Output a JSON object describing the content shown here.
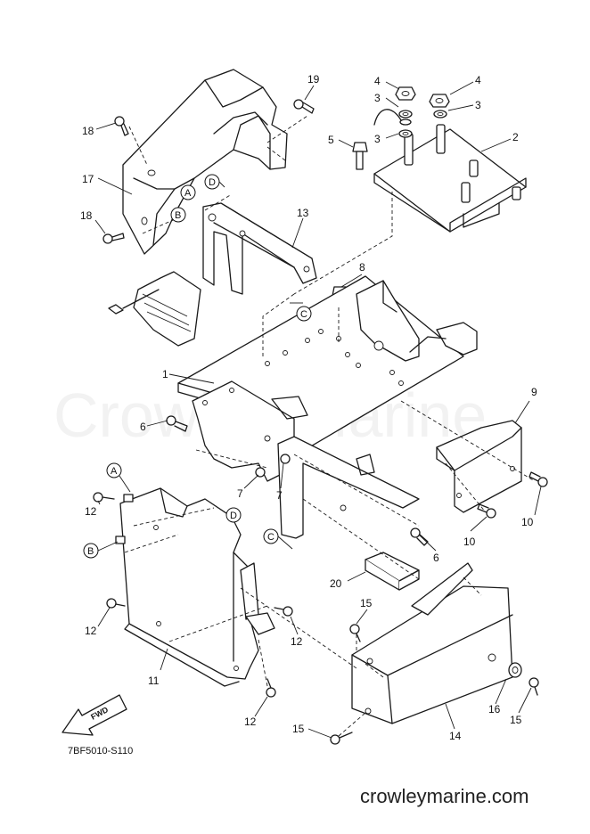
{
  "watermark": "Crowley Marine",
  "diagram_code": "7BF5010-S110",
  "website": "crowleymarine.com",
  "fwd_label": "FWD",
  "callouts": [
    {
      "id": "c1",
      "label": "1"
    },
    {
      "id": "c2",
      "label": "2"
    },
    {
      "id": "c3a",
      "label": "3"
    },
    {
      "id": "c3b",
      "label": "3"
    },
    {
      "id": "c3c",
      "label": "3"
    },
    {
      "id": "c4a",
      "label": "4"
    },
    {
      "id": "c4b",
      "label": "4"
    },
    {
      "id": "c5",
      "label": "5"
    },
    {
      "id": "c6a",
      "label": "6"
    },
    {
      "id": "c6b",
      "label": "6"
    },
    {
      "id": "c7a",
      "label": "7"
    },
    {
      "id": "c7b",
      "label": "7"
    },
    {
      "id": "c8",
      "label": "8"
    },
    {
      "id": "c9",
      "label": "9"
    },
    {
      "id": "c10a",
      "label": "10"
    },
    {
      "id": "c10b",
      "label": "10"
    },
    {
      "id": "c11",
      "label": "11"
    },
    {
      "id": "c12a",
      "label": "12"
    },
    {
      "id": "c12b",
      "label": "12"
    },
    {
      "id": "c12c",
      "label": "12"
    },
    {
      "id": "c12d",
      "label": "12"
    },
    {
      "id": "c13",
      "label": "13"
    },
    {
      "id": "c14",
      "label": "14"
    },
    {
      "id": "c15a",
      "label": "15"
    },
    {
      "id": "c15b",
      "label": "15"
    },
    {
      "id": "c15c",
      "label": "15"
    },
    {
      "id": "c16",
      "label": "16"
    },
    {
      "id": "c17",
      "label": "17"
    },
    {
      "id": "c18a",
      "label": "18"
    },
    {
      "id": "c18b",
      "label": "18"
    },
    {
      "id": "c19",
      "label": "19"
    },
    {
      "id": "c20",
      "label": "20"
    }
  ],
  "references": [
    {
      "id": "rA1",
      "label": "A"
    },
    {
      "id": "rB1",
      "label": "B"
    },
    {
      "id": "rD1",
      "label": "D"
    },
    {
      "id": "rC1",
      "label": "C"
    },
    {
      "id": "rA2",
      "label": "A"
    },
    {
      "id": "rB2",
      "label": "B"
    },
    {
      "id": "rD2",
      "label": "D"
    },
    {
      "id": "rC2",
      "label": "C"
    }
  ]
}
